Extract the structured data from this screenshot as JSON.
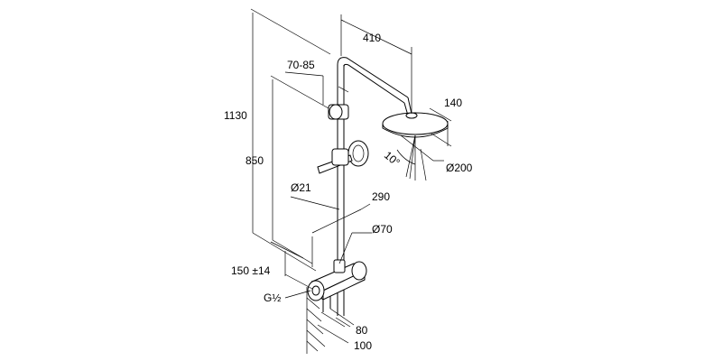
{
  "diagram": {
    "labels": {
      "width_410": "410",
      "offset_70_85": "70-85",
      "height_1130": "1130",
      "depth_140": "140",
      "height_850": "850",
      "angle_10": "10°",
      "dia_200": "Ø200",
      "dia_21": "Ø21",
      "depth_290": "290",
      "dia_70": "Ø70",
      "tol_150": "150 ±14",
      "thread_g": "G½",
      "dim_80": "80",
      "dim_100": "100"
    }
  }
}
